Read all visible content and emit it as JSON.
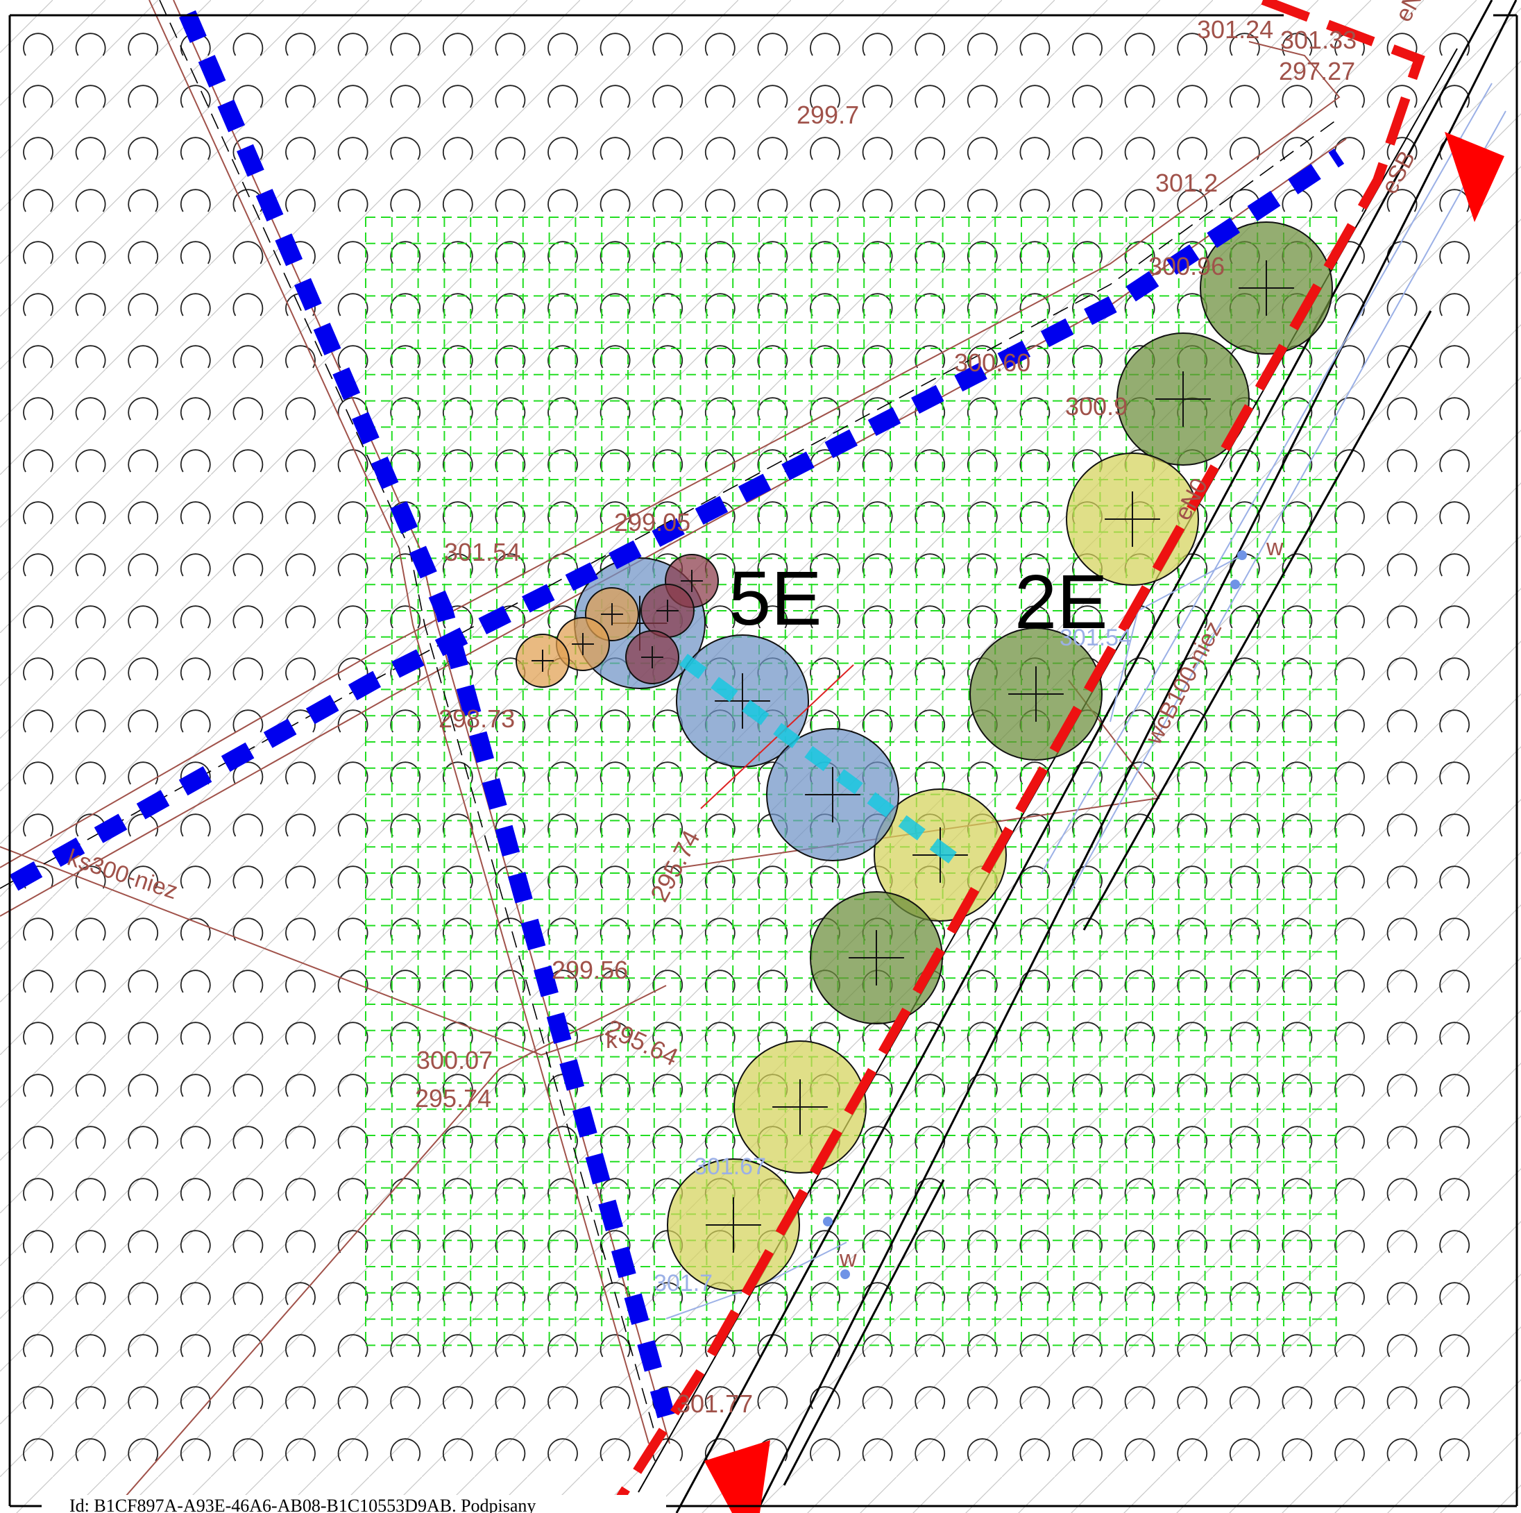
{
  "map": {
    "zones": [
      "5E",
      "2E"
    ],
    "elevations": [
      "301.24",
      "301.33",
      "297.27",
      "299.7",
      "301.2",
      "300.96",
      "300.60",
      "300.9",
      "301.54",
      "299.05",
      "298.73",
      "295.74",
      "299.56",
      "295.64",
      "300.07",
      "295.74",
      "301.77"
    ],
    "pipe_labels": [
      "ks300-niez",
      "eSB",
      "eN",
      "eN0",
      "wcB100-niez"
    ],
    "blue_labels": [
      "301.54",
      "301.67",
      "301.7"
    ],
    "small_labels": [
      "k",
      "w",
      "w"
    ],
    "colors": {
      "boundary": "#000000",
      "grid": "#22dd22",
      "tree_green": "#6b8e3a",
      "tree_yellow": "#d4d25a",
      "tree_blue": "#6f93c6",
      "tree_dark_red": "#8a3a4a",
      "tree_orange": "#e0a050",
      "blue_dash": "#0000ee",
      "red_dash": "#ee1111",
      "parcel_line": "#a0524a"
    }
  },
  "footer": "Id: B1CF897A-A93E-46A6-AB08-B1C10553D9AB. Podpisany"
}
